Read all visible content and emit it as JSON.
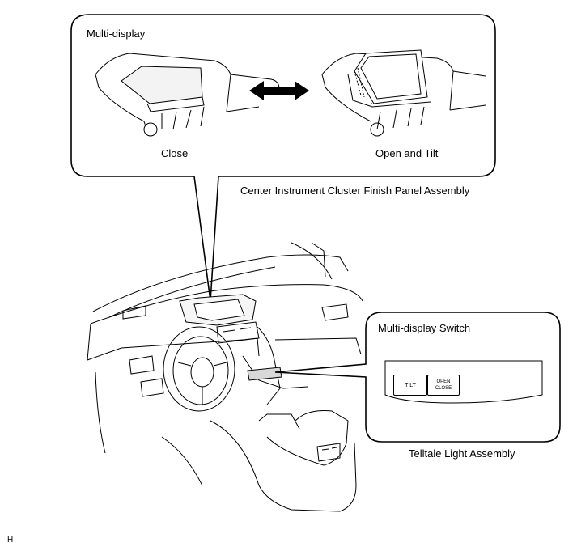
{
  "callouts": {
    "multi_display": {
      "title": "Multi-display",
      "state_left": "Close",
      "state_right": "Open and Tilt"
    },
    "switch": {
      "title": "Multi-display Switch",
      "button_tilt": "TILT",
      "button_open": "OPEN",
      "button_close": "CLOSE"
    }
  },
  "labels": {
    "center_panel": "Center Instrument Cluster Finish Panel Assembly",
    "telltale": "Telltale Light Assembly",
    "corner_mark": "H"
  },
  "icons": {
    "transition": "double-arrow-icon"
  }
}
